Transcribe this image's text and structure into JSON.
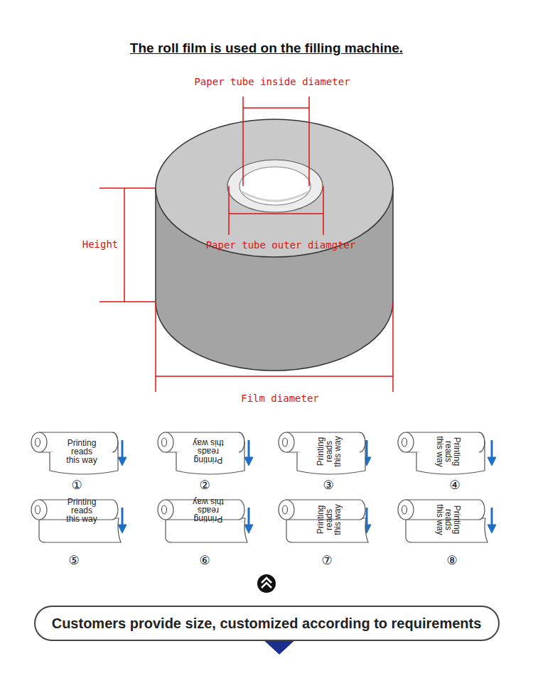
{
  "diagram": {
    "title": "The roll film is used on the filling machine.",
    "nodes": [
      {
        "text": [
          "Printing reads this way"
        ]
      },
      {
        "text": [
          "Printing reads this way"
        ]
      },
      {
        "text": [
          "Printing reads this way"
        ]
      },
      {
        "text": [
          "Printing reads this way"
        ]
      },
      {
        "text": [
          "Printing reads this way"
        ]
      },
      {
        "text": [
          "Printing reads this way"
        ]
      },
      {
        "text": [
          "Printing reads this way"
        ]
      },
      {
        "text": [
          "Printing reads this way"
        ]
      },
      {
        "text": [
          "Customers provide size, customized according to requirements"
        ]
      }
    ],
    "labels": [
      "Paper tube inside diameter",
      "Paper tube outer diamgter",
      "Height",
      "Film diameter",
      "①",
      "②",
      "③",
      "④",
      "⑤",
      "⑥",
      "⑦",
      "⑧"
    ]
  }
}
